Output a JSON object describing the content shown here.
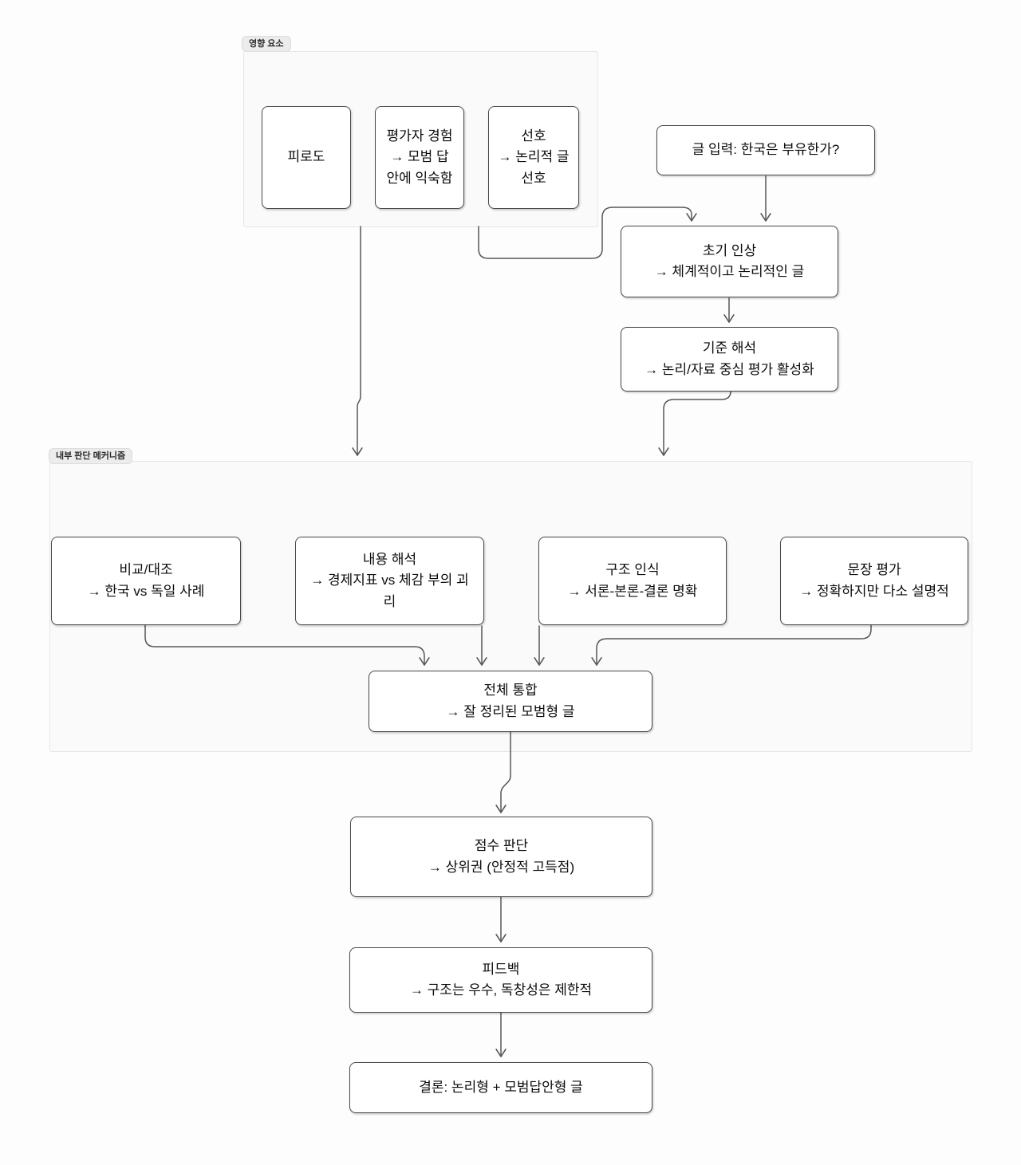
{
  "groups": {
    "influence": {
      "label": "영향 요소"
    },
    "internal": {
      "label": "내부 판단 메커니즘"
    }
  },
  "nodes": {
    "fatigue": {
      "label": "피로도"
    },
    "evaluator_experience": {
      "title": "평가자 경험",
      "sub": "→ 모범 답 안에 익숙함"
    },
    "preference": {
      "title": "선호",
      "sub": "→ 논리적 글 선호"
    },
    "text_input": {
      "label": "글 입력: 한국은 부유한가?"
    },
    "first_impression": {
      "title": "초기 인상",
      "sub": "→ 체계적이고 논리적인 글"
    },
    "criteria_interpretation": {
      "title": "기준 해석",
      "sub": "→ 논리/자료 중심 평가 활성화"
    },
    "compare_contrast": {
      "title": "비교/대조",
      "sub": "→ 한국 vs 독일 사례"
    },
    "content_interpretation": {
      "title": "내용 해석",
      "sub": "→ 경제지표 vs 체감 부의 괴리"
    },
    "structure_recognition": {
      "title": "구조 인식",
      "sub": "→ 서론-본론-결론 명확"
    },
    "sentence_evaluation": {
      "title": "문장 평가",
      "sub": "→ 정확하지만 다소 설명적"
    },
    "overall_integration": {
      "title": "전체 통합",
      "sub": "→ 잘 정리된 모범형 글"
    },
    "score_judgment": {
      "title": "점수 판단",
      "sub": "→ 상위권 (안정적 고득점)"
    },
    "feedback": {
      "title": "피드백",
      "sub": "→ 구조는 우수, 독창성은 제한적"
    },
    "conclusion": {
      "label": "결론: 논리형 + 모범답안형 글"
    }
  },
  "colors": {
    "canvas_bg": "#fdfdfd",
    "node_fill": "#ffffff",
    "node_border": "#494949",
    "connector": "#565656",
    "group_fill": "#fafafa",
    "group_border": "#e6e6e6",
    "label_pill_fill": "#ececec"
  }
}
